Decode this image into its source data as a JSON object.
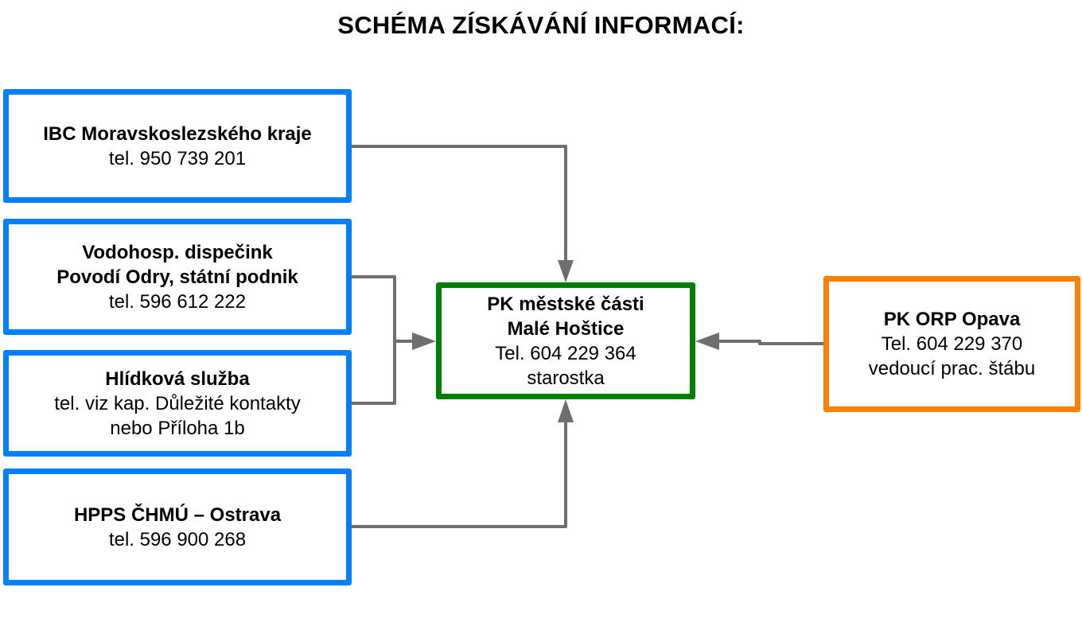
{
  "title": "SCHÉMA ZÍSKÁVÁNÍ INFORMACÍ:",
  "colors": {
    "source_border": "#0080ff",
    "center_border": "#008000",
    "external_border": "#ff8000",
    "connector": "#6e6e6e"
  },
  "sources": [
    {
      "lines_bold": [
        "IBC Moravskoslezského kraje"
      ],
      "lines": [
        "tel. 950 739 201"
      ]
    },
    {
      "lines_bold": [
        "Vodohosp. dispečink",
        "Povodí Odry, státní podnik"
      ],
      "lines": [
        "tel. 596 612 222"
      ]
    },
    {
      "lines_bold": [
        "Hlídková služba"
      ],
      "lines": [
        "tel. viz kap. Důležité kontakty",
        "nebo Příloha 1b"
      ]
    },
    {
      "lines_bold": [
        "HPPS ČHMÚ – Ostrava"
      ],
      "lines": [
        "tel. 596 900 268"
      ]
    }
  ],
  "center": {
    "lines_bold": [
      "PK městské části",
      "Malé Hoštice"
    ],
    "lines": [
      "Tel. 604 229 364",
      "starostka"
    ]
  },
  "external": {
    "lines_bold": [
      "PK ORP Opava"
    ],
    "lines": [
      "Tel. 604 229 370",
      "vedoucí prac. štábu"
    ]
  },
  "connections": [
    {
      "from": "IBC Moravskoslezského kraje",
      "to": "PK městské části Malé Hoštice"
    },
    {
      "from": "Vodohosp. dispečink",
      "to": "PK městské části Malé Hoštice"
    },
    {
      "from": "Hlídková služba",
      "to": "PK městské části Malé Hoštice"
    },
    {
      "from": "HPPS ČHMÚ – Ostrava",
      "to": "PK městské části Malé Hoštice"
    },
    {
      "from": "PK ORP Opava",
      "to": "PK městské části Malé Hoštice"
    }
  ]
}
